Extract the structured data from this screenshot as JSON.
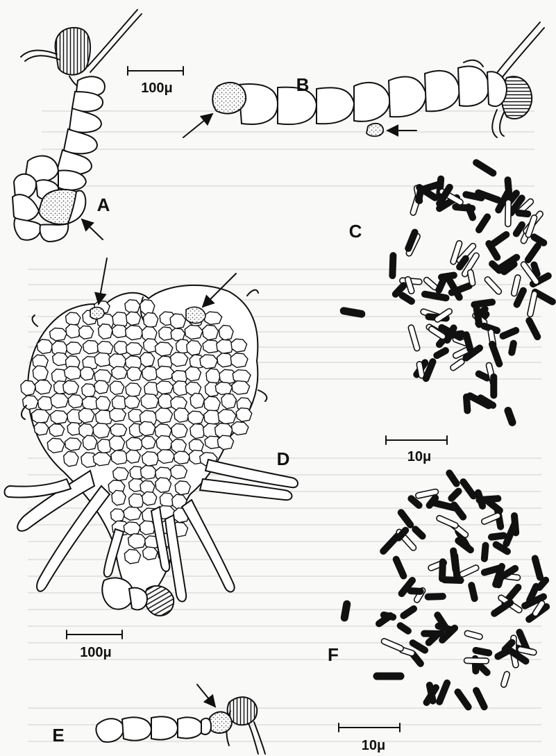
{
  "figure_labels": {
    "a": "A",
    "b": "B",
    "c": "C",
    "d": "D",
    "e": "E",
    "f": "F"
  },
  "scale_bars": {
    "top": "100μ",
    "middle": "100μ",
    "chromosomes_c": "10μ",
    "chromosomes_f": "10μ"
  },
  "colors": {
    "ink": "#111111",
    "paper": "#f9f9f7",
    "stipple": "#555555"
  }
}
